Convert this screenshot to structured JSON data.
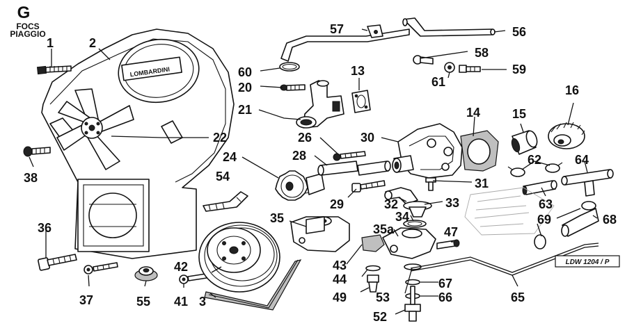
{
  "header": {
    "section_letter": "G",
    "subtitle_line1": "FOCS",
    "subtitle_line2": "PIAGGIO"
  },
  "brand_text": "LOMBARDINI",
  "drawing_reference": "LDW 1204 / P",
  "callouts": [
    "1",
    "2",
    "3",
    "13",
    "14",
    "15",
    "16",
    "20",
    "21",
    "22",
    "24",
    "26",
    "28",
    "29",
    "30",
    "31",
    "32",
    "33",
    "34",
    "35",
    "35a",
    "36",
    "37",
    "38",
    "41",
    "42",
    "43",
    "44",
    "47",
    "49",
    "52",
    "53",
    "54",
    "55",
    "56",
    "57",
    "58",
    "59",
    "60",
    "61",
    "62",
    "63",
    "64",
    "65",
    "66",
    "67",
    "68",
    "69"
  ]
}
